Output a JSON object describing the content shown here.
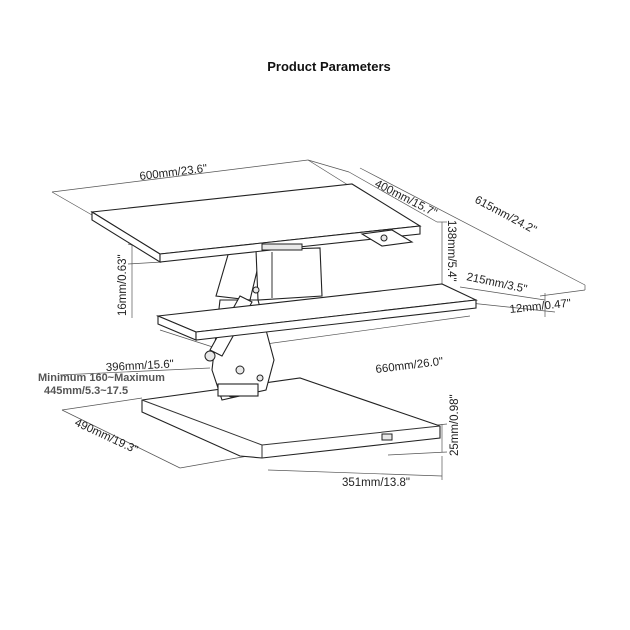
{
  "title": "Product Parameters",
  "dimensions": {
    "top_width": "600mm/23.6\"",
    "top_depth": "400mm/15.7\"",
    "overall_depth": "615mm/24.2\"",
    "riser_height": "138mm/5.4\"",
    "top_thickness": "16mm/0.63\"",
    "keyboard_depth": "215mm/3.5\"",
    "keyboard_thickness": "12mm/0.47\"",
    "height_range_line1": "Minimum 160~Maximum",
    "height_range_line2": "445mm/5.3~17.5",
    "keyboard_offset": "396mm/15.6\"",
    "keyboard_width": "660mm/26.0\"",
    "base_depth": "490mm/19.3\"",
    "base_thickness": "25mm/0.98\"",
    "base_width": "351mm/13.8\""
  }
}
